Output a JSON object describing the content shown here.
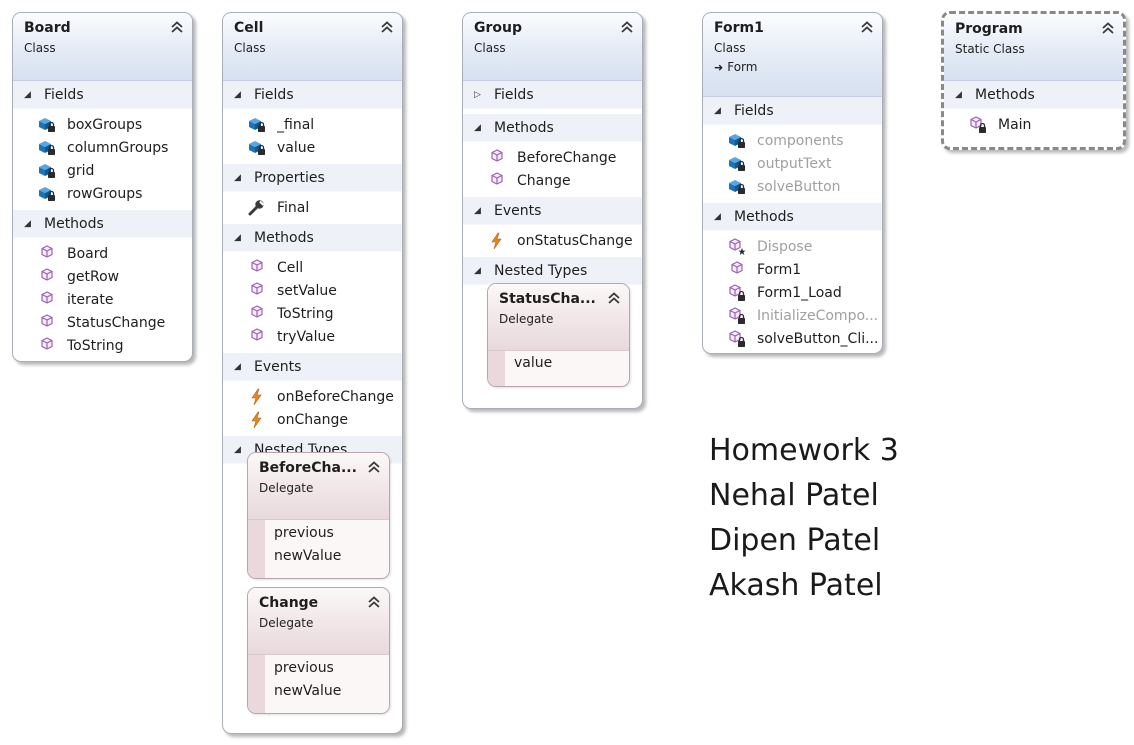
{
  "board": {
    "title": "Board",
    "kind": "Class",
    "sections": {
      "fields": {
        "label": "Fields",
        "items": [
          "boxGroups",
          "columnGroups",
          "grid",
          "rowGroups"
        ]
      },
      "methods": {
        "label": "Methods",
        "items": [
          "Board",
          "getRow",
          "iterate",
          "StatusChange",
          "ToString"
        ]
      }
    }
  },
  "cell": {
    "title": "Cell",
    "kind": "Class",
    "sections": {
      "fields": {
        "label": "Fields",
        "items": [
          "_final",
          "value"
        ]
      },
      "properties": {
        "label": "Properties",
        "items": [
          "Final"
        ]
      },
      "methods": {
        "label": "Methods",
        "items": [
          "Cell",
          "setValue",
          "ToString",
          "tryValue"
        ]
      },
      "events": {
        "label": "Events",
        "items": [
          "onBeforeChange",
          "onChange"
        ]
      },
      "nested": {
        "label": "Nested Types"
      }
    },
    "delegates": [
      {
        "title": "BeforeCha...",
        "kind": "Delegate",
        "params": [
          "previous",
          "newValue"
        ]
      },
      {
        "title": "Change",
        "kind": "Delegate",
        "params": [
          "previous",
          "newValue"
        ]
      }
    ]
  },
  "group": {
    "title": "Group",
    "kind": "Class",
    "sections": {
      "fields": {
        "label": "Fields"
      },
      "methods": {
        "label": "Methods",
        "items": [
          "BeforeChange",
          "Change"
        ]
      },
      "events": {
        "label": "Events",
        "items": [
          "onStatusChange"
        ]
      },
      "nested": {
        "label": "Nested Types"
      }
    },
    "delegates": [
      {
        "title": "StatusCha...",
        "kind": "Delegate",
        "params": [
          "value"
        ]
      }
    ]
  },
  "form1": {
    "title": "Form1",
    "kind": "Class",
    "base": "Form",
    "sections": {
      "fields": {
        "label": "Fields",
        "items": [
          "components",
          "outputText",
          "solveButton"
        ]
      },
      "methods": {
        "label": "Methods",
        "items": [
          "Dispose",
          "Form1",
          "Form1_Load",
          "InitializeCompo...",
          "solveButton_Cli..."
        ]
      }
    }
  },
  "program": {
    "title": "Program",
    "kind": "Static Class",
    "sections": {
      "methods": {
        "label": "Methods",
        "items": [
          "Main"
        ]
      }
    }
  },
  "note": {
    "lines": [
      "Homework 3",
      "Nehal Patel",
      "Dipen Patel",
      "Akash Patel"
    ]
  },
  "icons": {
    "field": "field-icon",
    "method": "method-icon",
    "property": "property-wrench-icon",
    "event": "event-lightning-icon",
    "collapse": "collapse-chevrons-icon",
    "inheritance": "inheritance-arrow-icon"
  },
  "colors": {
    "header_class": "#d6e0f0",
    "header_delegate": "#e8dadc",
    "section_band": "#eef2f8",
    "field_icon": "#1c73b8",
    "method_icon": "#9a63b8",
    "event_icon": "#e4891f",
    "dashed_border": "#8a8a84"
  }
}
